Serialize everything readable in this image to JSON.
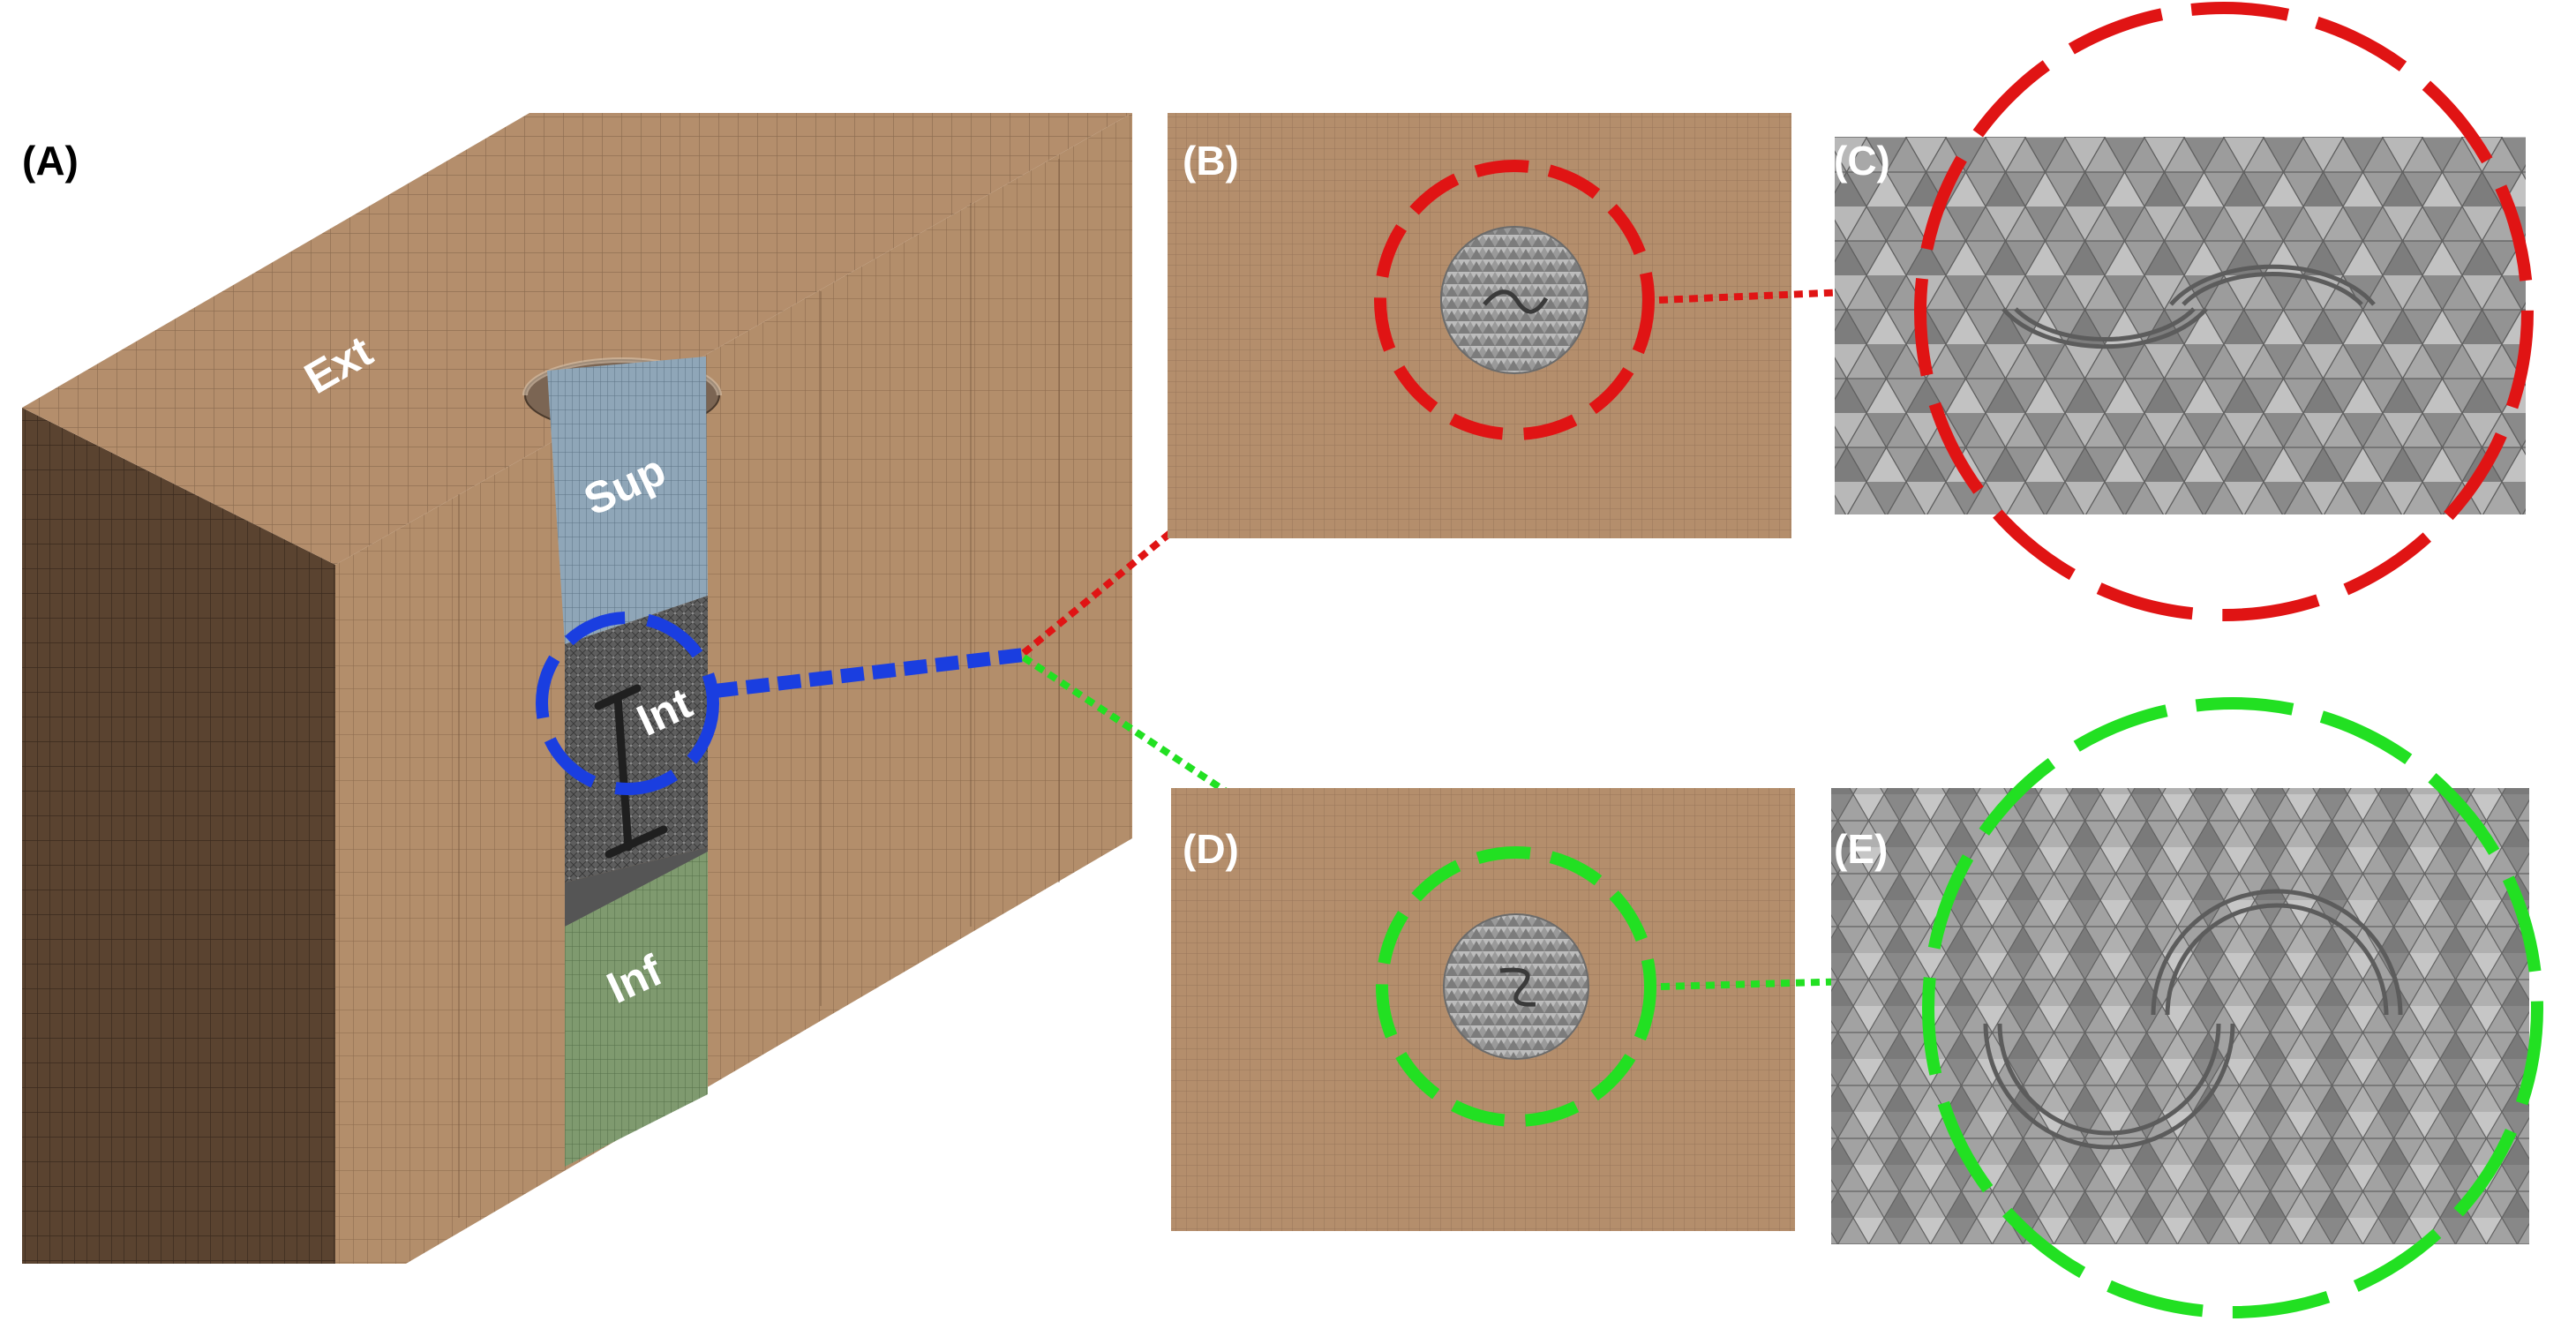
{
  "panels": {
    "a": {
      "label": "(A)"
    },
    "b": {
      "label": "(B)"
    },
    "c": {
      "label": "(C)"
    },
    "d": {
      "label": "(D)"
    },
    "e": {
      "label": "(E)"
    }
  },
  "regions": {
    "ext": "Ext",
    "sup": "Sup",
    "int": "Int",
    "inf": "Inf"
  },
  "colors": {
    "soil": "#b48e6c",
    "soil_dark": "#5a4330",
    "sup_mesh": "#8fa6b8",
    "int_mesh": "#5c5c5c",
    "inf_mesh": "#7f9a6f",
    "mesh_gray": "#9a9a9a",
    "blue_callout": "#1a3ee0",
    "red_callout": "#e01414",
    "green_callout": "#22e022"
  }
}
